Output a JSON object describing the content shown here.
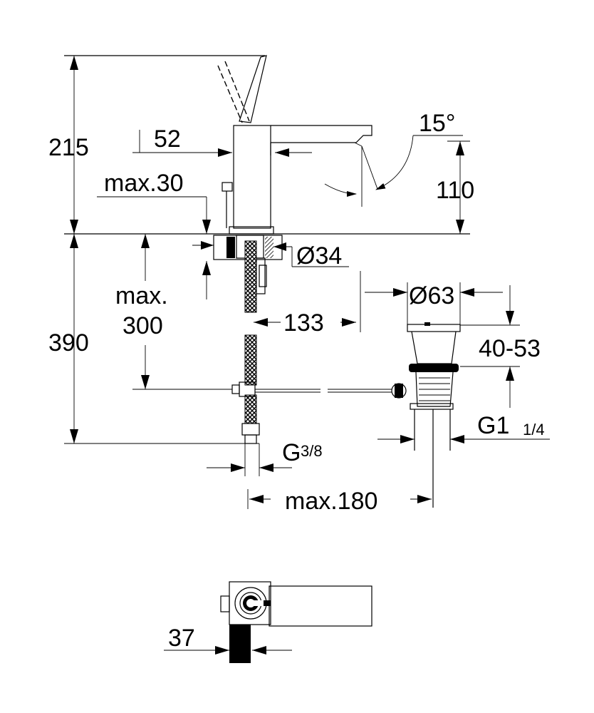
{
  "dimensions": {
    "total_height_above": "215",
    "spout_height": "110",
    "spout_angle": "15°",
    "lever_reach": "52",
    "deck_thickness": "max.30",
    "hole_diameter": "Ø34",
    "hose_length_line1": "max.",
    "hose_length_line2": "300",
    "total_height_below": "390",
    "waste_offset": "133",
    "waste_diameter": "Ø63",
    "waste_range": "40-53",
    "waste_thread": "G1",
    "waste_thread_frac": "1/4",
    "supply_thread": "G",
    "supply_thread_frac": "3/8",
    "rod_length": "max.180",
    "body_width": "37"
  },
  "colors": {
    "line": "#000000",
    "background": "#ffffff"
  }
}
